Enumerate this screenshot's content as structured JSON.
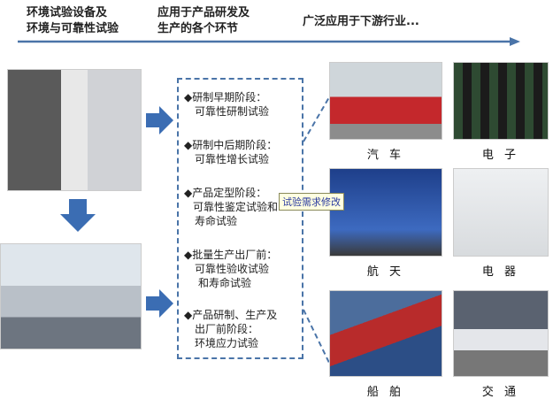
{
  "header": {
    "col1": [
      "环境试验设备及",
      "环境与可靠性试验"
    ],
    "col2": [
      "应用于产品研发及",
      "生产的各个环节"
    ],
    "col3": "广泛应用于下游行业..."
  },
  "stages": [
    {
      "title": "◆研制早期阶段：",
      "lines": [
        "可靠性研制试验"
      ]
    },
    {
      "title": "◆研制中后期阶段：",
      "lines": [
        "可靠性增长试验"
      ]
    },
    {
      "title": "◆产品定型阶段：",
      "lines": [
        "可靠性鉴定试验和",
        "寿命试验"
      ]
    },
    {
      "title": "◆批量生产出厂前：",
      "lines": [
        "可靠性验收试验",
        "和寿命试验"
      ]
    },
    {
      "title": "◆产品研制、生产及",
      "lines": [
        "出厂前阶段：",
        "环境应力试验"
      ]
    }
  ],
  "tooltip": "试验需求修改",
  "industries": [
    "汽 车",
    "电 子",
    "航 天",
    "电 器",
    "船 舶",
    "交 通"
  ],
  "colors": {
    "arrow": "#4a74a8",
    "accent": "#3b6db3"
  }
}
